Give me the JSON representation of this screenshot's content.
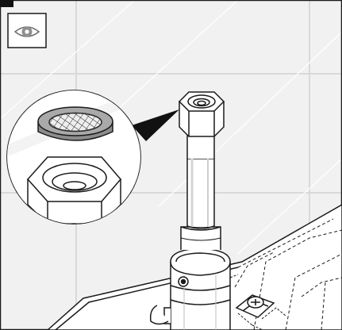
{
  "figure": {
    "step_tab": "",
    "icons": [
      "eye-icon"
    ],
    "depicts": [
      "wall-tiles",
      "tile-joints",
      "strainer-washer",
      "hex-nut",
      "riser-pipe",
      "valve-body",
      "mounting-plate",
      "screw"
    ]
  },
  "colors": {
    "line": "#1a1a1a",
    "wall": "#f1f1f1",
    "tile_joint": "#d9d9d9",
    "part": "#ffffff",
    "pipe_shade": "#e9e9e9",
    "washer_ring": "#8c8c8c",
    "mesh": "#e6e6e6",
    "callout_wedge": "#111111",
    "tab": "#111111"
  }
}
